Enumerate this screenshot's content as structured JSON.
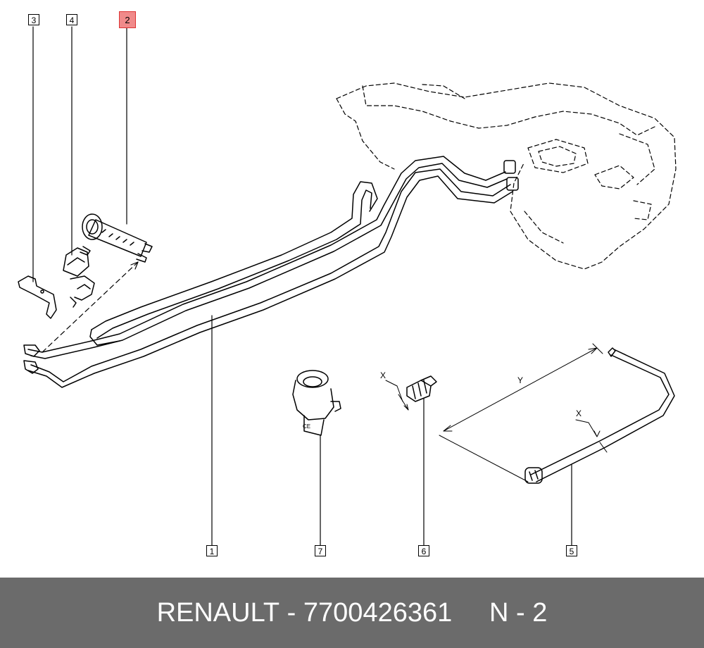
{
  "callouts": {
    "c1": "1",
    "c2": "2",
    "c3": "3",
    "c4": "4",
    "c5": "5",
    "c6": "6",
    "c7": "7"
  },
  "dimensions": {
    "x1": "X",
    "x2": "X",
    "y": "Y"
  },
  "footer": {
    "brand": "RENAULT",
    "separator1": " - ",
    "part_number": "7700426361",
    "gap": "     ",
    "index": "N - 2"
  },
  "colors": {
    "highlight": "#f08a8a",
    "footer_bg": "#6b6b6b"
  }
}
